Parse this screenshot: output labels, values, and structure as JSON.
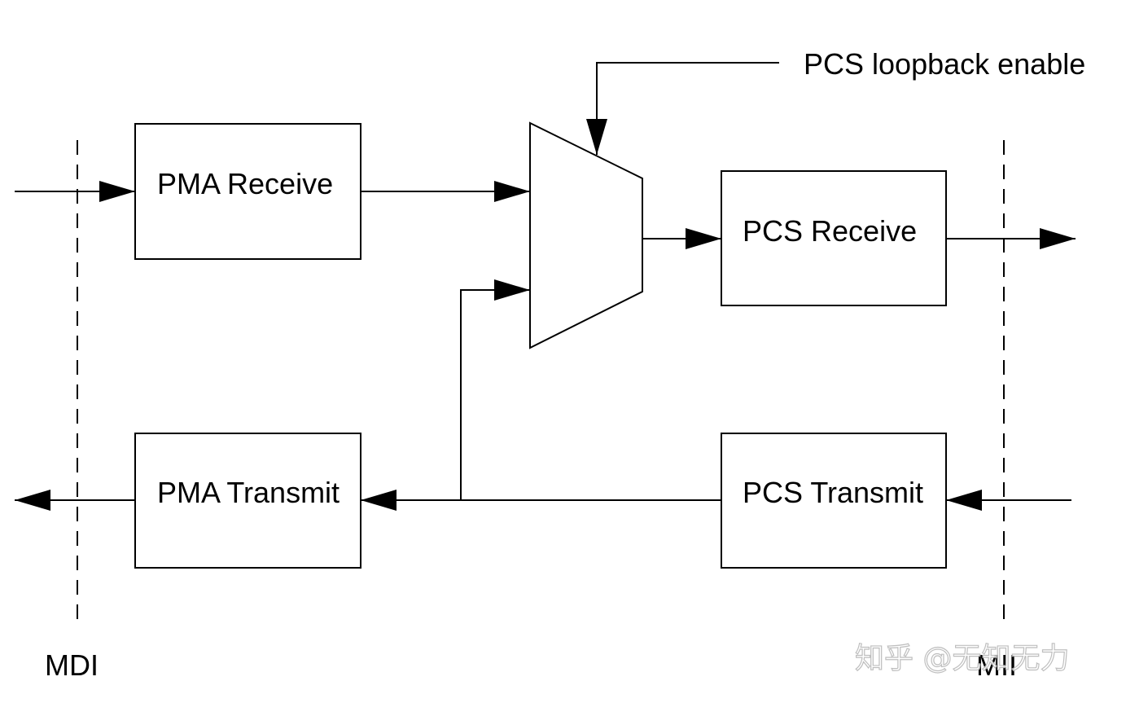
{
  "diagram": {
    "blocks": {
      "pma_receive": "PMA Receive",
      "pma_transmit": "PMA Transmit",
      "pcs_receive": "PCS Receive",
      "pcs_transmit": "PCS Transmit"
    },
    "control_label": "PCS loopback enable",
    "left_boundary_label": "MDI",
    "right_boundary_label": "MII",
    "watermark": "知乎 @无知无力"
  },
  "colors": {
    "line": "#000000",
    "background": "#ffffff",
    "watermark": "#b8b8b8"
  }
}
